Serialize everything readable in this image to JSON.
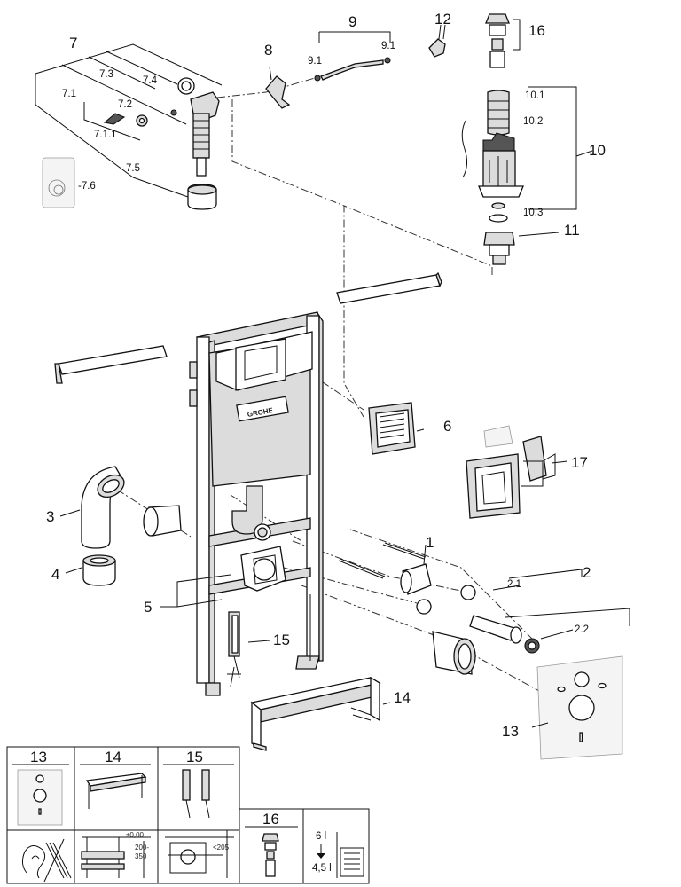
{
  "callouts": {
    "c1": "1",
    "c2": "2",
    "c2_1": "2.1",
    "c2_2": "2.2",
    "c3": "3",
    "c4": "4",
    "c5": "5",
    "c6": "6",
    "c7": "7",
    "c7_1": "7.1",
    "c7_1_1": "7.1.1",
    "c7_2": "7.2",
    "c7_3": "7.3",
    "c7_4": "7.4",
    "c7_5": "7.5",
    "c7_6": "-7.6",
    "c8": "8",
    "c9": "9",
    "c9_1a": "9.1",
    "c9_1b": "9.1",
    "c10": "10",
    "c10_1": "10.1",
    "c10_2": "10.2",
    "c10_3": "10.3",
    "c11": "11",
    "c12": "12",
    "c13": "13",
    "c14": "14",
    "c15": "15",
    "c16": "16",
    "c17": "17"
  },
  "brand": "GROHE",
  "legend": {
    "h13": "13",
    "h14": "14",
    "h15": "15",
    "h16": "16",
    "dim_a": "±0,00",
    "dim_b": "200-",
    "dim_c": "350",
    "dim_d": "<205",
    "flush_top": "6 l",
    "flush_bottom": "4,5 l"
  }
}
